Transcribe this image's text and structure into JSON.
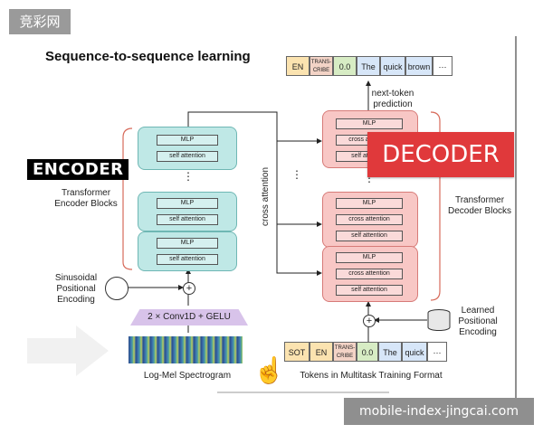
{
  "watermark": {
    "top_left": "竞彩网",
    "bottom_right": "mobile-index-jingcai.com"
  },
  "title": "Sequence-to-sequence learning",
  "badges": {
    "encoder": "ENCODER",
    "decoder": "DECODER"
  },
  "encoder": {
    "label": "Transformer\nEncoder Blocks",
    "mlp": "MLP",
    "self_attention": "self attention",
    "dots": "⋮"
  },
  "decoder": {
    "label": "Transformer\nDecoder Blocks",
    "mlp": "MLP",
    "cross_attention": "cross attention",
    "self_attention": "self attention",
    "dots": "⋮"
  },
  "cross_attention_label": "cross attention",
  "next_token_label": "next-token\nprediction",
  "positional_sin": "Sinusoidal\nPositional\nEncoding",
  "positional_learned": "Learned\nPositional\nEncoding",
  "conv_label": "2 × Conv1D + GELU",
  "spectrogram_label": "Log-Mel Spectrogram",
  "tokens_label": "Tokens in Multitask Training Format",
  "output_tokens": [
    "EN",
    "TRANS-\nCRIBE",
    "0.0",
    "The",
    "quick",
    "brown",
    "⋯"
  ],
  "input_tokens": [
    "SOT",
    "EN",
    "TRANS-\nCRIBE",
    "0.0",
    "The",
    "quick",
    "⋯"
  ],
  "colors": {
    "encoder_fill": "#bfe8e6",
    "decoder_fill": "#f8c7c5",
    "decoder_badge": "#e0393b",
    "token_lang": "#fbe3b0",
    "token_task": "#f3d3c6",
    "token_time": "#d7ecc4",
    "token_text": "#d7e6f8"
  }
}
